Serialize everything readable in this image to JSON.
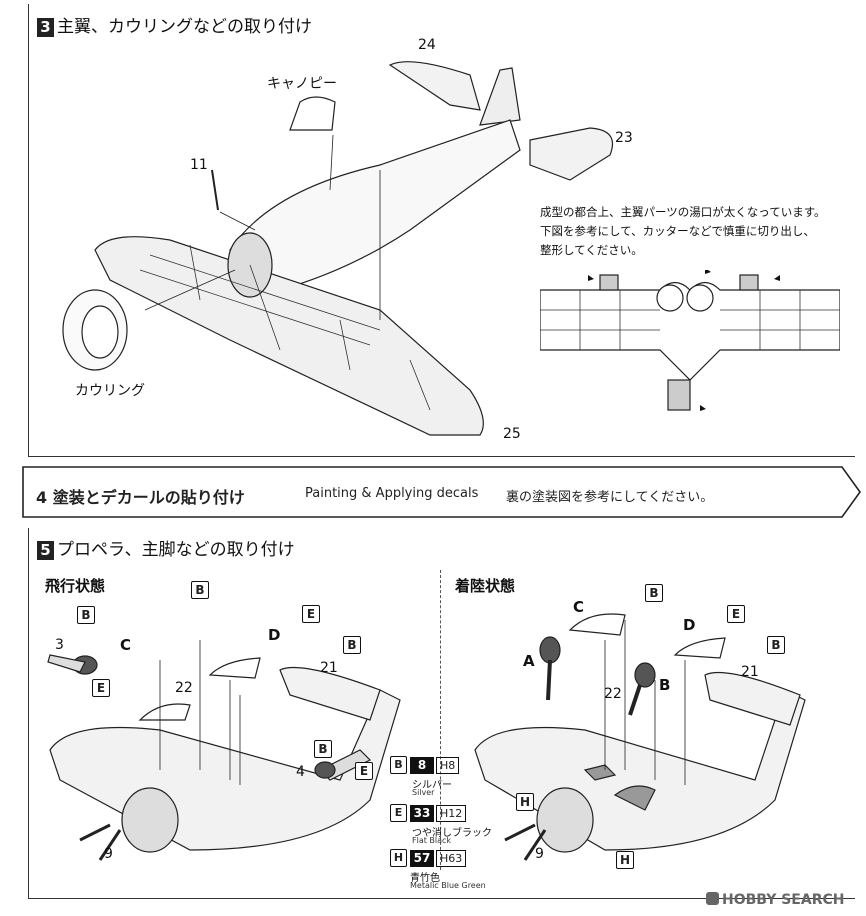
{
  "step3": {
    "num": "3",
    "title": "主翼、カウリングなどの取り付け"
  },
  "step3_parts": {
    "p24": "24",
    "canopy": "キャノピー",
    "p11": "11",
    "p23": "23",
    "cowling": "カウリング",
    "p25": "25"
  },
  "step3_note": {
    "line1": "成型の都合上、主翼パーツの湯口が太くなっています。",
    "line2": "下図を参考にして、カッターなどで慎重に切り出し、",
    "line3": "整形してください。"
  },
  "step4": {
    "title": "4 塗装とデカールの貼り付け",
    "en": "Painting & Applying decals",
    "note": "裏の塗装図を参考にしてください。"
  },
  "step5": {
    "num": "5",
    "title": "プロペラ、主脚などの取り付け"
  },
  "flight": {
    "title": "飛行状態",
    "B1": "B",
    "p3": "3",
    "E1": "E",
    "C": "C",
    "B2": "B",
    "D": "D",
    "E2": "E",
    "B3": "B",
    "p21": "21",
    "p22": "22",
    "B4": "B",
    "p4": "4",
    "E3": "E",
    "p9": "9"
  },
  "landing": {
    "title": "着陸状態",
    "C": "C",
    "B1": "B",
    "A": "A",
    "D": "D",
    "E": "E",
    "B2": "B",
    "B3": "B",
    "p21": "21",
    "p22": "22",
    "H1": "H",
    "H2": "H",
    "p9": "9"
  },
  "legend": [
    {
      "letter": "B",
      "num": "8",
      "h": "H8",
      "jp": "シルバー",
      "en": "Silver"
    },
    {
      "letter": "E",
      "num": "33",
      "h": "H12",
      "jp": "つや消しブラック",
      "en": "Flat Black"
    },
    {
      "letter": "H",
      "num": "57",
      "h": "H63",
      "jp": "青竹色",
      "en": "Metalic Blue Green"
    }
  ],
  "watermark": "HOBBY SEARCH"
}
